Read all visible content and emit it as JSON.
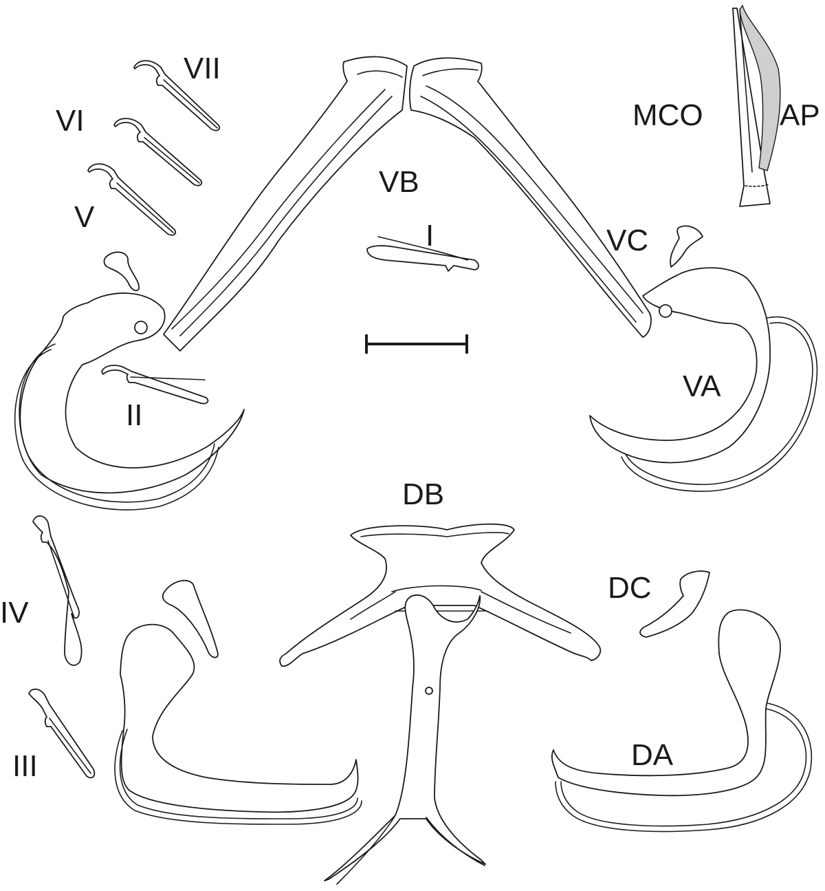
{
  "labels": {
    "vii": "VII",
    "vi": "VI",
    "v": "V",
    "vb": "VB",
    "i": "I",
    "mco": "MCO",
    "ap": "AP",
    "vc": "VC",
    "ii": "II",
    "va": "VA",
    "db": "DB",
    "dc": "DC",
    "iv": "IV",
    "iii": "III",
    "da": "DA"
  },
  "colors": {
    "stroke": "#1a1a1a",
    "accessory_piece_fill": "#cfcfcf",
    "background": "#ffffff"
  }
}
